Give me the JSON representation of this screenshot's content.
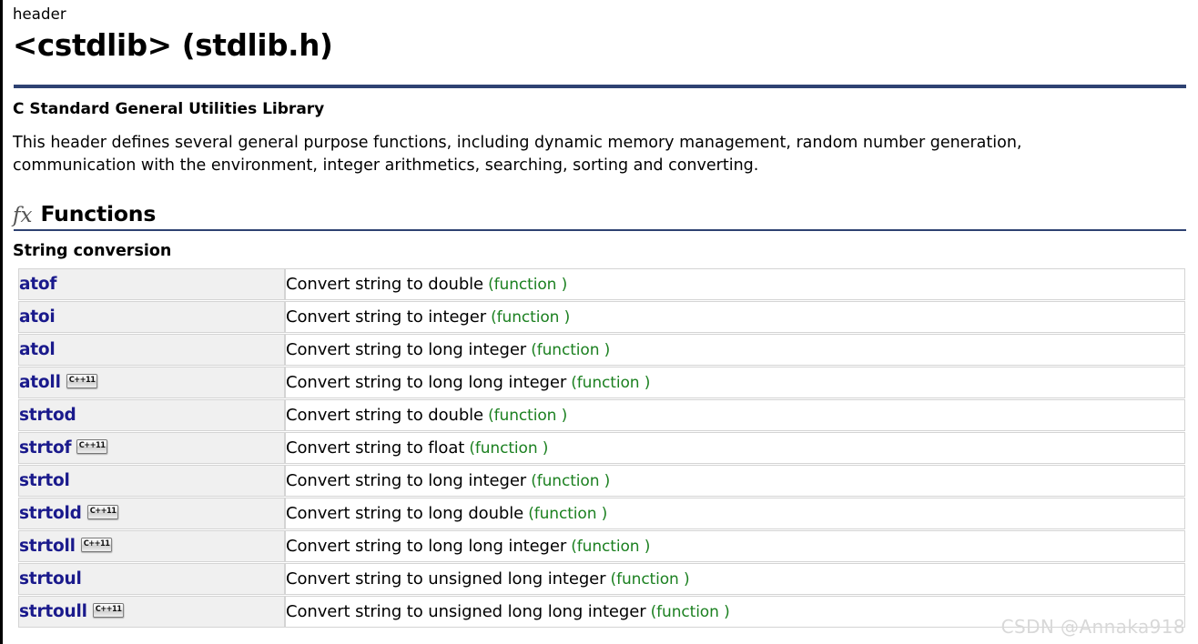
{
  "page": {
    "eyebrow": "header",
    "title": "<cstdlib> (stdlib.h)",
    "subtitle": "C Standard General Utilities Library",
    "description": "This header defines several general purpose functions, including dynamic memory management, random number generation, communication with the environment, integer arithmetics, searching, sorting and converting.",
    "watermark": "CSDN @Annaka918",
    "accent_color": "#2e4272",
    "link_color": "#1a1a8c",
    "kind_color": "#1b8020",
    "name_cell_bg": "#f0f0f0"
  },
  "section": {
    "icon": "fx-icon",
    "icon_glyph": "fx",
    "title": "Functions",
    "group_title": "String conversion"
  },
  "functions": [
    {
      "name": "atof",
      "badge": "",
      "desc": "Convert string to double",
      "kind": "(function )"
    },
    {
      "name": "atoi",
      "badge": "",
      "desc": "Convert string to integer",
      "kind": "(function )"
    },
    {
      "name": "atol",
      "badge": "",
      "desc": "Convert string to long integer",
      "kind": "(function )"
    },
    {
      "name": "atoll",
      "badge": "C++11",
      "desc": "Convert string to long long integer",
      "kind": "(function )"
    },
    {
      "name": "strtod",
      "badge": "",
      "desc": "Convert string to double",
      "kind": "(function )"
    },
    {
      "name": "strtof",
      "badge": "C++11",
      "desc": "Convert string to float",
      "kind": "(function )"
    },
    {
      "name": "strtol",
      "badge": "",
      "desc": "Convert string to long integer",
      "kind": "(function )"
    },
    {
      "name": "strtold",
      "badge": "C++11",
      "desc": "Convert string to long double",
      "kind": "(function )"
    },
    {
      "name": "strtoll",
      "badge": "C++11",
      "desc": "Convert string to long long integer",
      "kind": "(function )"
    },
    {
      "name": "strtoul",
      "badge": "",
      "desc": "Convert string to unsigned long integer",
      "kind": "(function )"
    },
    {
      "name": "strtoull",
      "badge": "C++11",
      "desc": "Convert string to unsigned long long integer",
      "kind": "(function )"
    }
  ]
}
